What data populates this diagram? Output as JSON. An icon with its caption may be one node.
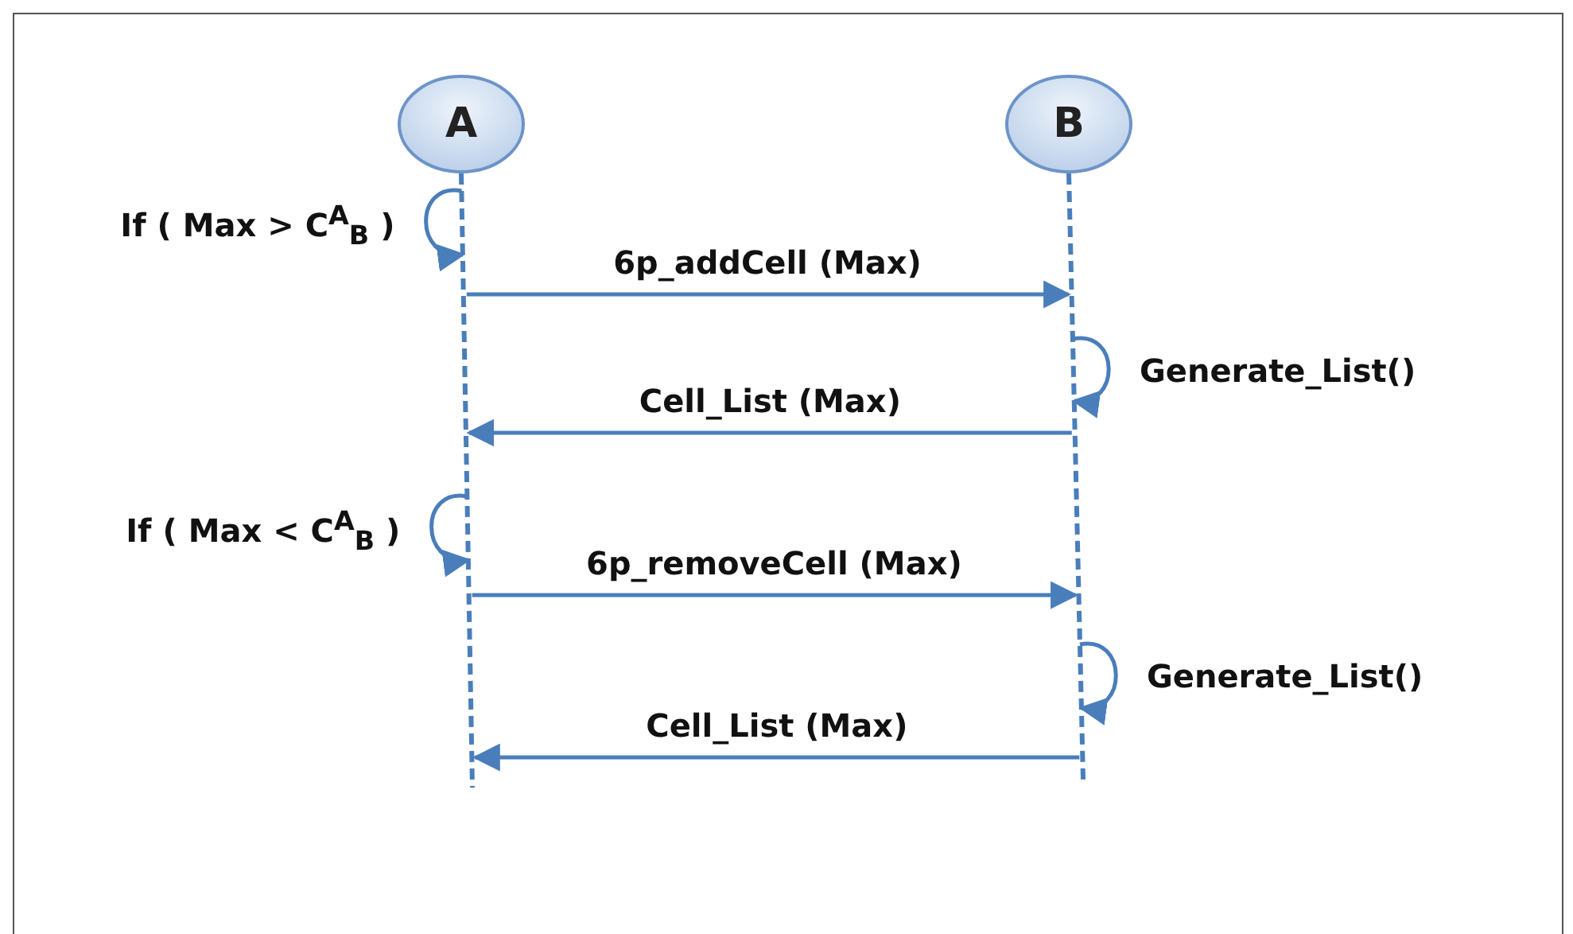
{
  "diagram": {
    "nodes": [
      {
        "text": [
          "A"
        ]
      },
      {
        "text": [
          "B"
        ]
      }
    ],
    "edges": [
      {
        "from": 0,
        "to": 0,
        "arrow": "to",
        "label": "If ( Max > C$^{A}$$_{B}$ )"
      },
      {
        "from": 0,
        "to": 1,
        "arrow": "to",
        "label": "6p_addCell (Max)"
      },
      {
        "from": 1,
        "to": 1,
        "arrow": "to",
        "label": "Generate_List()"
      },
      {
        "from": 1,
        "to": 0,
        "arrow": "to",
        "label": "Cell_List (Max)"
      },
      {
        "from": 0,
        "to": 0,
        "arrow": "to",
        "label": "If ( Max < C$^{A}$$_{B}$ )"
      },
      {
        "from": 0,
        "to": 1,
        "arrow": "to",
        "label": "6p_removeCell (Max)"
      },
      {
        "from": 1,
        "to": 1,
        "arrow": "to",
        "label": "Generate_List()"
      },
      {
        "from": 1,
        "to": 0,
        "arrow": "to",
        "label": "Cell_List (Max)"
      }
    ]
  }
}
